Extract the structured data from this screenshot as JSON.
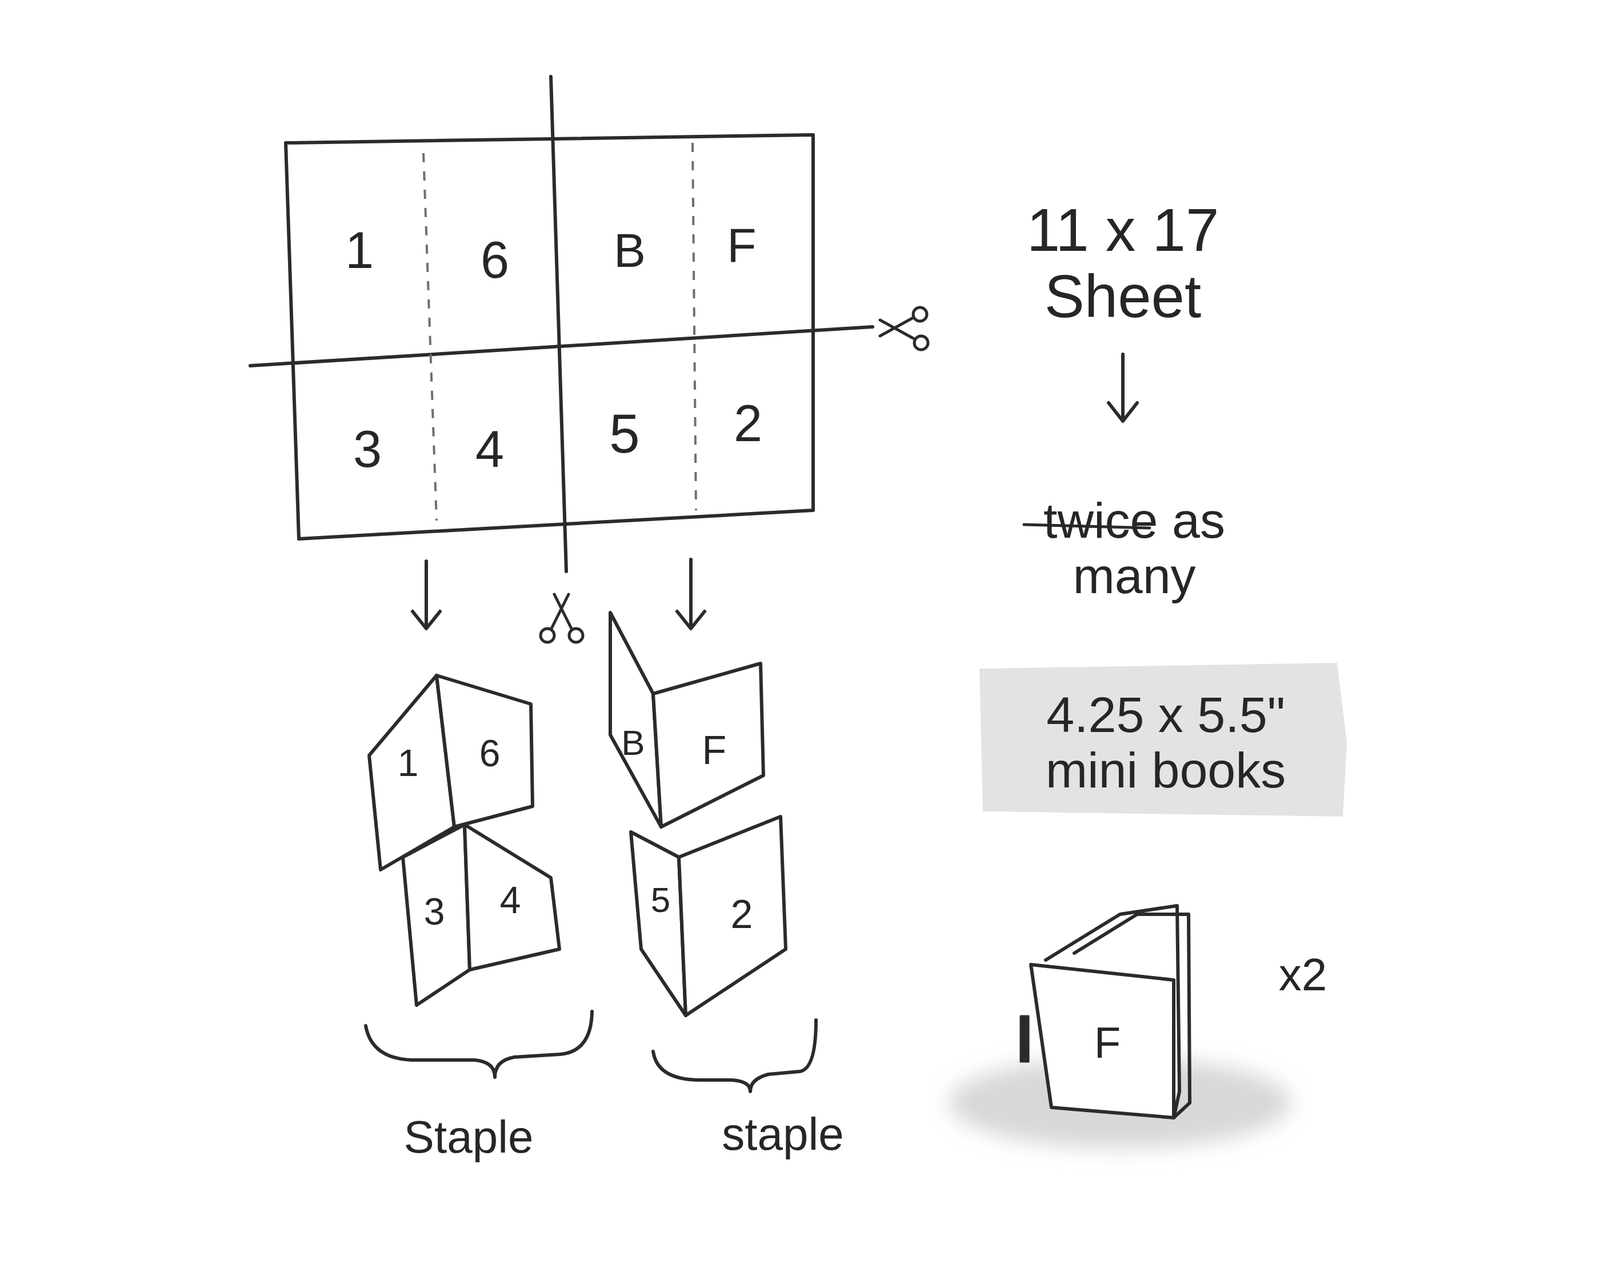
{
  "diagram": {
    "labels": [
      "1",
      "6",
      "B",
      "F",
      "3",
      "4",
      "5",
      "2",
      "11 x 17 Sheet",
      "twice as many",
      "4.25 x 5.5\" mini books",
      "1",
      "6",
      "B",
      "F",
      "3",
      "4",
      "5",
      "2",
      "Staple",
      "staple",
      "F",
      "x2"
    ]
  }
}
